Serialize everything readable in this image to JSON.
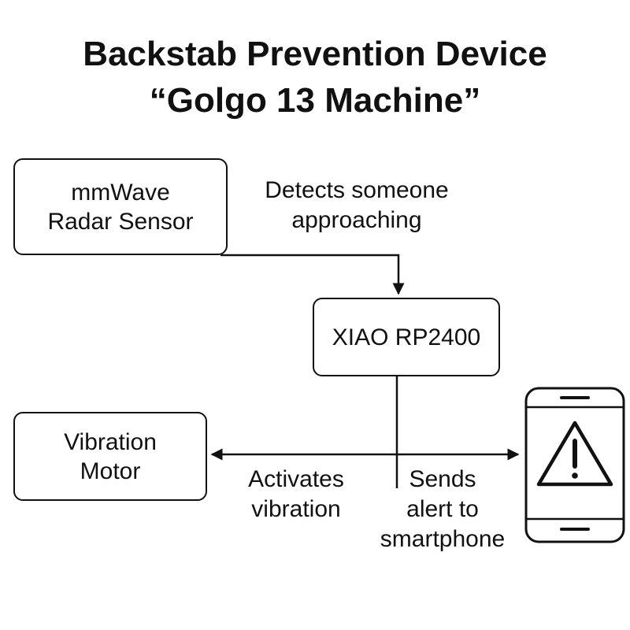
{
  "title": {
    "line1": "Backstab Prevention Device",
    "line2": "“Golgo 13 Machine”"
  },
  "nodes": {
    "radar": {
      "line1": "mmWave",
      "line2": "Radar Sensor"
    },
    "mcu": {
      "label": "XIAO RP2400"
    },
    "motor": {
      "line1": "Vibration",
      "line2": "Motor"
    },
    "smartphone": {
      "icon": "smartphone-warning-icon"
    }
  },
  "edge_labels": {
    "detects": {
      "line1": "Detects someone",
      "line2": "approaching"
    },
    "activates": {
      "line1": "Activates",
      "line2": "vibration"
    },
    "sends": {
      "line1": "Sends",
      "line2": "alert to",
      "line3": "smartphone"
    }
  },
  "colors": {
    "ink": "#111111",
    "background": "#ffffff"
  }
}
